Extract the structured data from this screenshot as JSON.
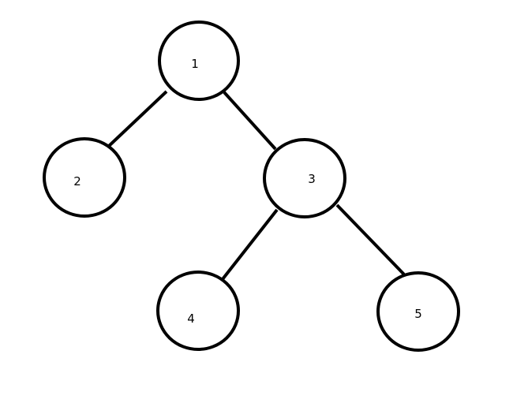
{
  "diagram": {
    "type": "binary-tree",
    "stroke_color": "#000000",
    "background_color": "#ffffff",
    "nodes": [
      {
        "id": "n1",
        "label": "1"
      },
      {
        "id": "n2",
        "label": "2"
      },
      {
        "id": "n3",
        "label": "3"
      },
      {
        "id": "n4",
        "label": "4"
      },
      {
        "id": "n5",
        "label": "5"
      }
    ],
    "edges": [
      {
        "from": "1",
        "to": "2"
      },
      {
        "from": "1",
        "to": "3"
      },
      {
        "from": "3",
        "to": "4"
      },
      {
        "from": "3",
        "to": "5"
      }
    ]
  }
}
